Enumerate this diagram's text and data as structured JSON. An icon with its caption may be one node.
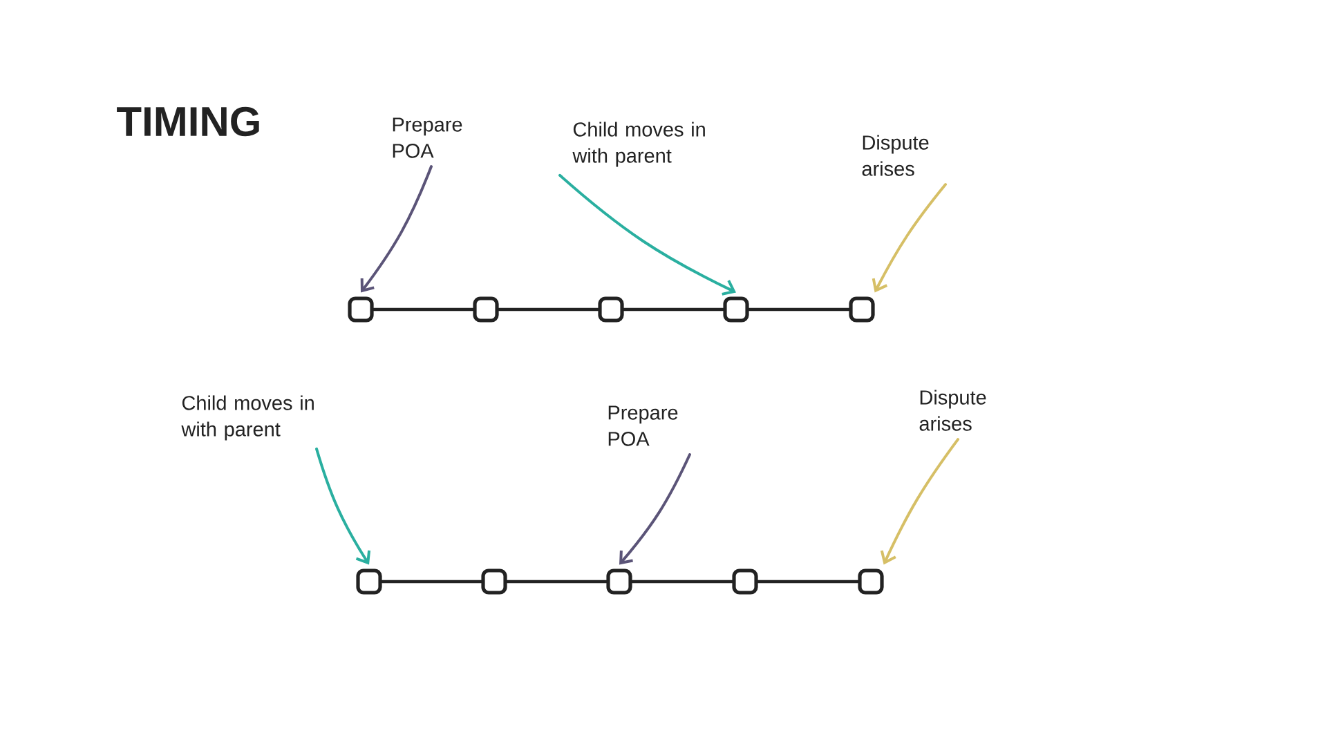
{
  "diagram": {
    "title": "TIMING",
    "nodes": [
      {
        "text": [
          "Prepare POA"
        ]
      },
      {
        "text": [
          "Child moves in with parent"
        ]
      },
      {
        "text": [
          "Dispute arises"
        ]
      },
      {
        "text": [],
        "shape": "box"
      },
      {
        "text": [],
        "shape": "box"
      },
      {
        "text": [],
        "shape": "box"
      },
      {
        "text": [],
        "shape": "box"
      },
      {
        "text": [],
        "shape": "box"
      },
      {
        "text": [
          "Child moves in with parent"
        ]
      },
      {
        "text": [
          "Prepare POA"
        ]
      },
      {
        "text": [
          "Dispute arises"
        ]
      },
      {
        "text": [],
        "shape": "box"
      },
      {
        "text": [],
        "shape": "box"
      },
      {
        "text": [],
        "shape": "box"
      },
      {
        "text": [],
        "shape": "box"
      },
      {
        "text": [],
        "shape": "box"
      }
    ],
    "edges": [
      {
        "from": 3,
        "to": 4,
        "arrow": "none"
      },
      {
        "from": 4,
        "to": 5,
        "arrow": "none"
      },
      {
        "from": 5,
        "to": 6,
        "arrow": "none"
      },
      {
        "from": 6,
        "to": 7,
        "arrow": "none"
      },
      {
        "from": 11,
        "to": 12,
        "arrow": "none"
      },
      {
        "from": 12,
        "to": 13,
        "arrow": "none"
      },
      {
        "from": 13,
        "to": 14,
        "arrow": "none"
      },
      {
        "from": 14,
        "to": 15,
        "arrow": "none"
      },
      {
        "from": 0,
        "to": 3,
        "arrow": "to",
        "color": "#5b5478"
      },
      {
        "from": 1,
        "to": 6,
        "arrow": "to",
        "color": "#2aafa0"
      },
      {
        "from": 2,
        "to": 7,
        "arrow": "to",
        "color": "#d6bf66"
      },
      {
        "from": 8,
        "to": 11,
        "arrow": "to",
        "color": "#2aafa0"
      },
      {
        "from": 9,
        "to": 13,
        "arrow": "to",
        "color": "#5b5478"
      },
      {
        "from": 10,
        "to": 15,
        "arrow": "to",
        "color": "#d6bf66"
      }
    ]
  }
}
